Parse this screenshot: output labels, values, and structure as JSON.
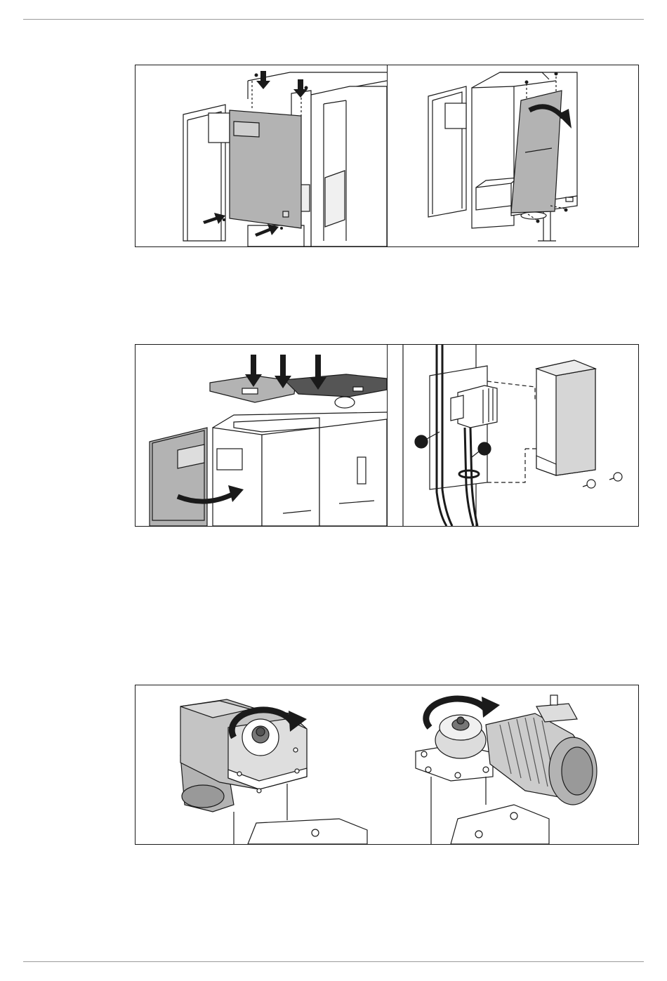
{
  "page": {
    "header_rule": "",
    "footer_rule": ""
  },
  "figures": [
    {
      "id": "figure-1",
      "panels": [
        "front-panel-removal",
        "side-panel-removal"
      ]
    },
    {
      "id": "figure-2",
      "panels": [
        "top-cover-removal",
        "control-box-mounting"
      ]
    },
    {
      "id": "figure-3",
      "panels": [
        "gear-motor-rotation-left",
        "gear-motor-rotation-right"
      ]
    }
  ],
  "icons": [
    "arrow-down-icon",
    "arrow-right-icon",
    "curved-arrow-icon",
    "rotation-arrow-icon",
    "screw-icon"
  ],
  "colors": {
    "panel_grey": "#b3b3b3",
    "dark_grey": "#555555",
    "line": "#1a1a1a"
  }
}
